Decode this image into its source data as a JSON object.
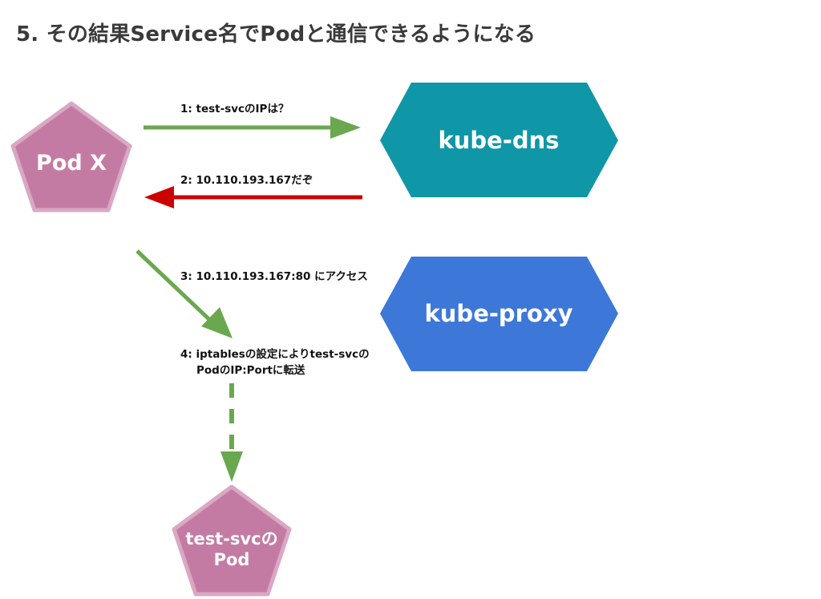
{
  "title": "5. その結果Service名でPodと通信できるようになる",
  "nodes": {
    "pod_x": {
      "label": "Pod X"
    },
    "kube_dns": {
      "label": "kube-dns"
    },
    "kube_proxy": {
      "label": "kube-proxy"
    },
    "target_pod": {
      "label_line1": "test-svcの",
      "label_line2": "Pod"
    }
  },
  "steps": {
    "step1": "1: test-svcのIPは？",
    "step2": "2: 10.110.193.167だぞ",
    "step3": "3: 10.110.193.167:80 にアクセス",
    "step4_line1": "4: iptablesの設定によりtest-svcの",
    "step4_line2": "PodのIP:Portに転送"
  },
  "colors": {
    "pod_fill": "#c47ba3",
    "pod_border": "#d9a8c3",
    "kube_dns": "#0f97a8",
    "kube_proxy": "#3d78d8",
    "arrow_green": "#6aa84f",
    "arrow_red": "#cc0000",
    "title_text": "#3a3a3a"
  }
}
